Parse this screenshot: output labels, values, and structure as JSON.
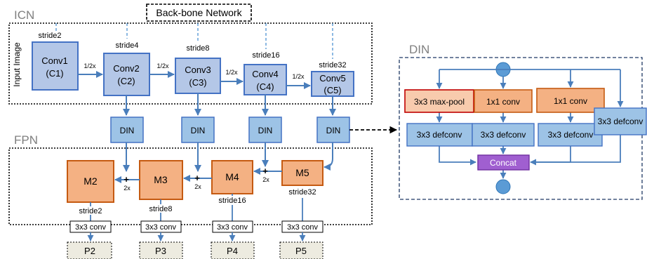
{
  "labels": {
    "icn": "ICN",
    "fpn": "FPN",
    "din_title": "DIN",
    "backbone": "Back-bone Network",
    "input_image": "Input Image"
  },
  "convs": [
    {
      "name": "Conv1",
      "sub": "(C1)"
    },
    {
      "name": "Conv2",
      "sub": "(C2)"
    },
    {
      "name": "Conv3",
      "sub": "(C3)"
    },
    {
      "name": "Conv4",
      "sub": "(C4)"
    },
    {
      "name": "Conv5",
      "sub": "(C5)"
    }
  ],
  "strides_top": [
    "stride2",
    "stride4",
    "stride8",
    "stride16",
    "stride32"
  ],
  "downsample": [
    "1/2x",
    "1/2x",
    "1/2x",
    "1/2x"
  ],
  "din_blocks": [
    "DIN",
    "DIN",
    "DIN",
    "DIN"
  ],
  "merges": [
    "M2",
    "M3",
    "M4",
    "M5"
  ],
  "strides_bottom": [
    "stride2",
    "stride8",
    "stride16",
    "stride32"
  ],
  "upsample": [
    "2x",
    "2x",
    "2x"
  ],
  "plus": "+",
  "conv3x3": "3x3 conv",
  "outputs": [
    "P2",
    "P3",
    "P4",
    "P5"
  ],
  "din_detail": {
    "maxpool": "3x3 max-pool",
    "conv1x1_a": "1x1 conv",
    "conv1x1_b": "1x1 conv",
    "defconv_1": "3x3 defconv",
    "defconv_2": "3x3 defconv",
    "defconv_3": "3x3 defconv",
    "defconv_4": "3x3 defconv",
    "concat": "Concat"
  },
  "colors": {
    "conv_fill": "#b4c7e7",
    "conv_stroke": "#4472c4",
    "din_fill": "#9dc3e6",
    "merge_fill": "#f4b183",
    "merge_stroke": "#c55a11",
    "maxpool_fill": "#f8cbad",
    "maxpool_stroke": "#c00000",
    "concat_fill": "#a05fd0",
    "out_fill": "#edebe0",
    "circle_fill": "#5b9bd5",
    "arrow": "#4a7ebb",
    "dashed_arrow": "#5b9bd5",
    "gray_text": "#7f7f7f"
  }
}
